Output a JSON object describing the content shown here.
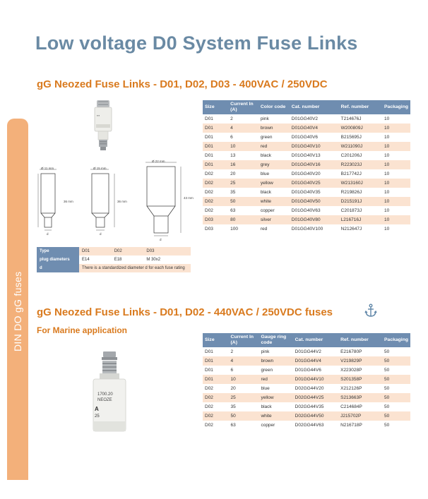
{
  "page_title": "Low voltage D0 System Fuse Links",
  "sidebar_label": "DIN DO gG fuses",
  "section1": {
    "heading": "gG Neozed Fuse Links - D01, D02, D03 - 400VAC / 250VDC",
    "table": {
      "headers": [
        "Size",
        "Current In (A)",
        "Color code",
        "Cat. number",
        "Ref. number",
        "Packaging"
      ],
      "rows": [
        [
          "D01",
          "2",
          "pink",
          "D01GG40V2",
          "T214676J",
          "10"
        ],
        [
          "D01",
          "4",
          "brown",
          "D01GG40V4",
          "W200809J",
          "10"
        ],
        [
          "D01",
          "6",
          "green",
          "D01GG40V6",
          "B215695J",
          "10"
        ],
        [
          "D01",
          "10",
          "red",
          "D01GG40V10",
          "W211090J",
          "10"
        ],
        [
          "D01",
          "13",
          "black",
          "D01GG40V13",
          "C201206J",
          "10"
        ],
        [
          "D01",
          "16",
          "grey",
          "D01GG40V16",
          "R223023J",
          "10"
        ],
        [
          "D02",
          "20",
          "blue",
          "D01GG40V20",
          "B217742J",
          "10"
        ],
        [
          "D02",
          "25",
          "yellow",
          "D01GG40V25",
          "W213160J",
          "10"
        ],
        [
          "D02",
          "35",
          "black",
          "D01GG40V35",
          "R219826J",
          "10"
        ],
        [
          "D02",
          "50",
          "white",
          "D01GG40V50",
          "D215191J",
          "10"
        ],
        [
          "D02",
          "63",
          "copper",
          "D01GG40V63",
          "C201873J",
          "10"
        ],
        [
          "D03",
          "80",
          "silver",
          "D01GG40V80",
          "L216716J",
          "10"
        ],
        [
          "D03",
          "100",
          "red",
          "D01GG40V100",
          "N212647J",
          "10"
        ]
      ]
    },
    "dimensions": {
      "d01_diameter": "Ø 11 mm",
      "d02_diameter": "Ø 15 mm",
      "d03_diameter": "Ø 22 mm",
      "d01_height": "36 mm",
      "d02_height": "36 mm",
      "d03_height": "43 mm",
      "d_label": "d"
    },
    "small_table": {
      "rows": [
        {
          "label": "Type",
          "values": [
            "D01",
            "D02",
            "D03"
          ]
        },
        {
          "label": "plug diameters",
          "values": [
            "E14",
            "E18",
            "M 30x2"
          ]
        },
        {
          "label": "d",
          "values": [
            "There is a standardized diameter d for each fuse rating"
          ]
        }
      ]
    }
  },
  "section2": {
    "heading": "gG Neozed Fuse Links - D01, D02 - 440VAC / 250VDC fuses",
    "subheading": "For Marine application",
    "table": {
      "headers": [
        "Size",
        "Current In (A)",
        "Gauge ring code",
        "Cat. number",
        "Ref. number",
        "Packaging"
      ],
      "rows": [
        [
          "D01",
          "2",
          "pink",
          "D01GG44V2",
          "E216780P",
          "50"
        ],
        [
          "D01",
          "4",
          "brown",
          "D01GG44V4",
          "V219829P",
          "50"
        ],
        [
          "D01",
          "6",
          "green",
          "D01GG44V6",
          "X223028P",
          "50"
        ],
        [
          "D01",
          "10",
          "red",
          "D01GG44V10",
          "S201358P",
          "50"
        ],
        [
          "D02",
          "20",
          "blue",
          "D02GG44V20",
          "X212126P",
          "50"
        ],
        [
          "D02",
          "25",
          "yellow",
          "D02GG44V25",
          "S213663P",
          "50"
        ],
        [
          "D02",
          "35",
          "black",
          "D02GG44V35",
          "C214684P",
          "50"
        ],
        [
          "D02",
          "50",
          "white",
          "D02GG44V50",
          "J215702P",
          "50"
        ],
        [
          "D02",
          "63",
          "copper",
          "D02GG44V63",
          "N216718P",
          "50"
        ]
      ]
    },
    "fuse_label_lines": [
      "1700.20",
      "NEOZE",
      "A",
      "25"
    ]
  },
  "colors": {
    "title": "#6a8aa4",
    "heading": "#d97a1e",
    "table_header": "#6f8db0",
    "row_stripe": "#fbe3d1",
    "sidebar": "#f3b07a"
  },
  "icons": [
    "anchor-icon",
    "fuse-photo",
    "fuse-drawing"
  ]
}
